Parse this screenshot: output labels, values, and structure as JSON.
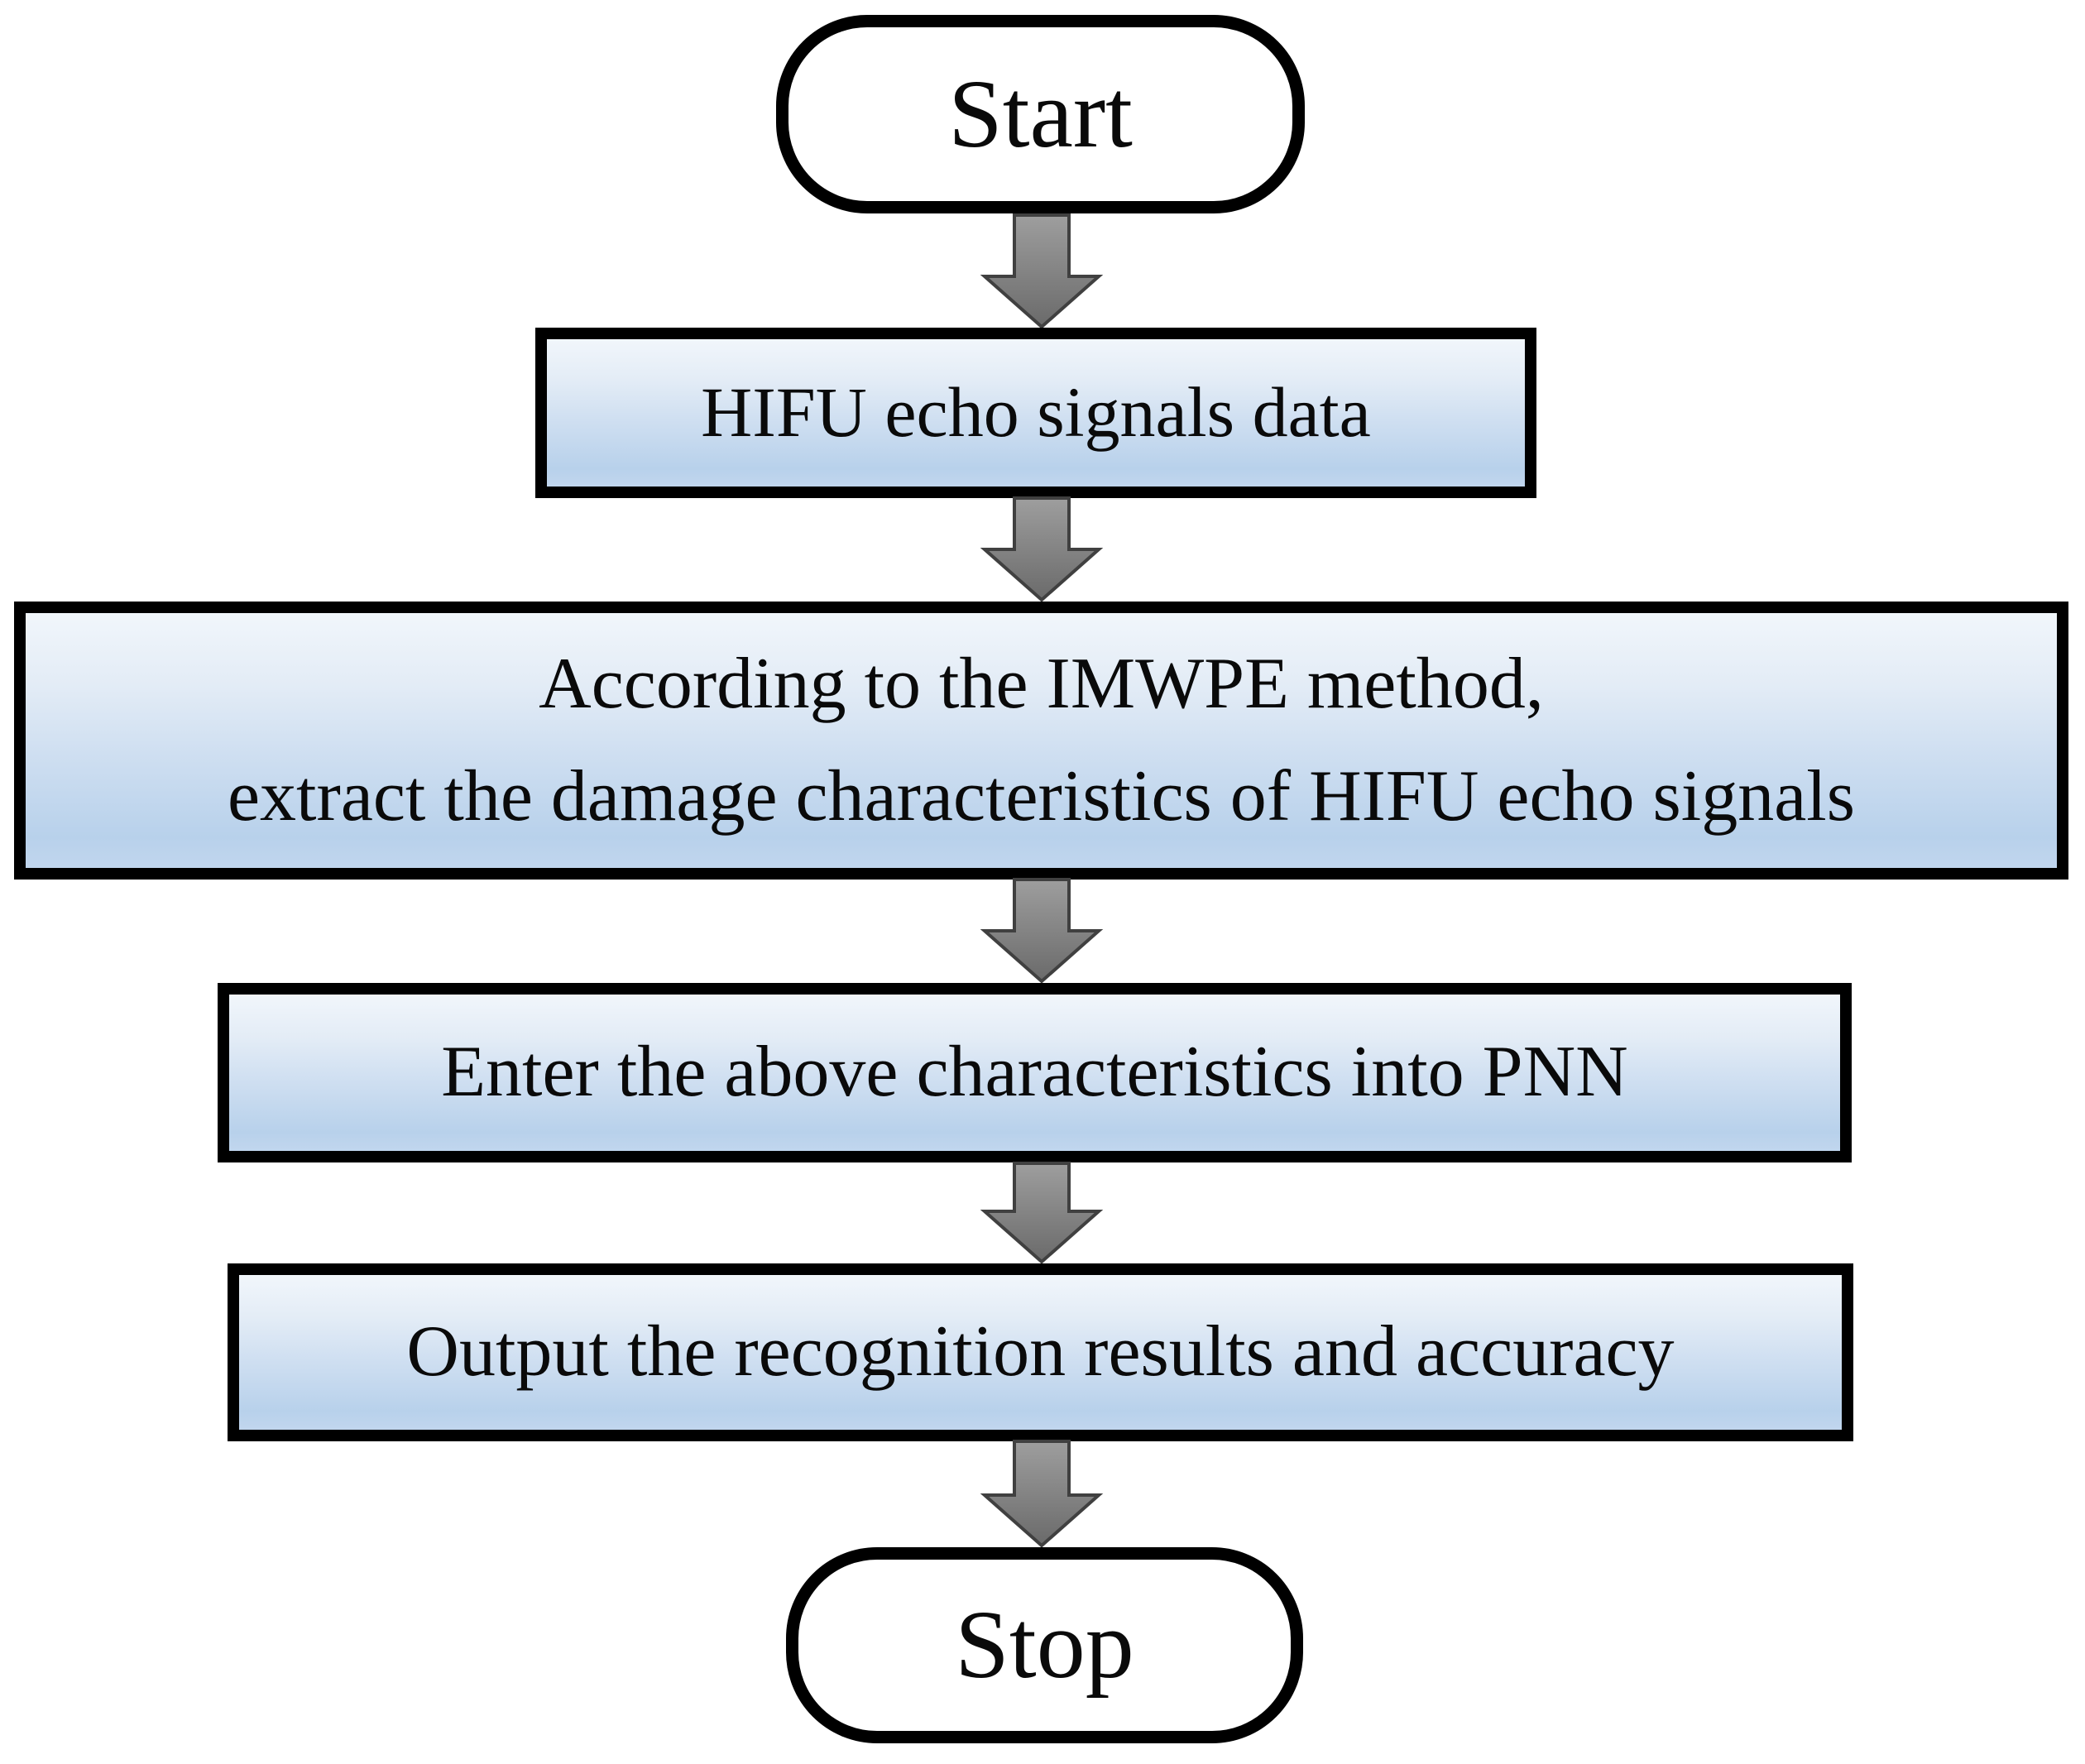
{
  "diagram": {
    "type": "flowchart",
    "direction": "top-down",
    "nodes": [
      {
        "id": "start",
        "shape": "terminal",
        "label": "Start"
      },
      {
        "id": "hifu-data",
        "shape": "process",
        "label": "HIFU echo signals data"
      },
      {
        "id": "imwpe-extract",
        "shape": "process",
        "label": "According to the IMWPE method,\nextract the damage characteristics of HIFU echo signals"
      },
      {
        "id": "enter-pnn",
        "shape": "process",
        "label": "Enter the above characteristics into PNN"
      },
      {
        "id": "output-results",
        "shape": "process",
        "label": "Output the recognition results and accuracy"
      },
      {
        "id": "stop",
        "shape": "terminal",
        "label": "Stop"
      }
    ],
    "edges": [
      {
        "from": "start",
        "to": "hifu-data"
      },
      {
        "from": "hifu-data",
        "to": "imwpe-extract"
      },
      {
        "from": "imwpe-extract",
        "to": "enter-pnn"
      },
      {
        "from": "enter-pnn",
        "to": "output-results"
      },
      {
        "from": "output-results",
        "to": "stop"
      }
    ],
    "colors": {
      "background": "#ffffff",
      "border": "#000000",
      "text": "#0a0a0a",
      "terminal_fill": "#ffffff",
      "process_fill_top": "#f1f6fb",
      "process_fill_bottom": "#b8d1eb",
      "arrow_fill_light": "#9e9e9e",
      "arrow_fill_dark": "#6a6a6a",
      "arrow_outline": "#404040"
    }
  }
}
